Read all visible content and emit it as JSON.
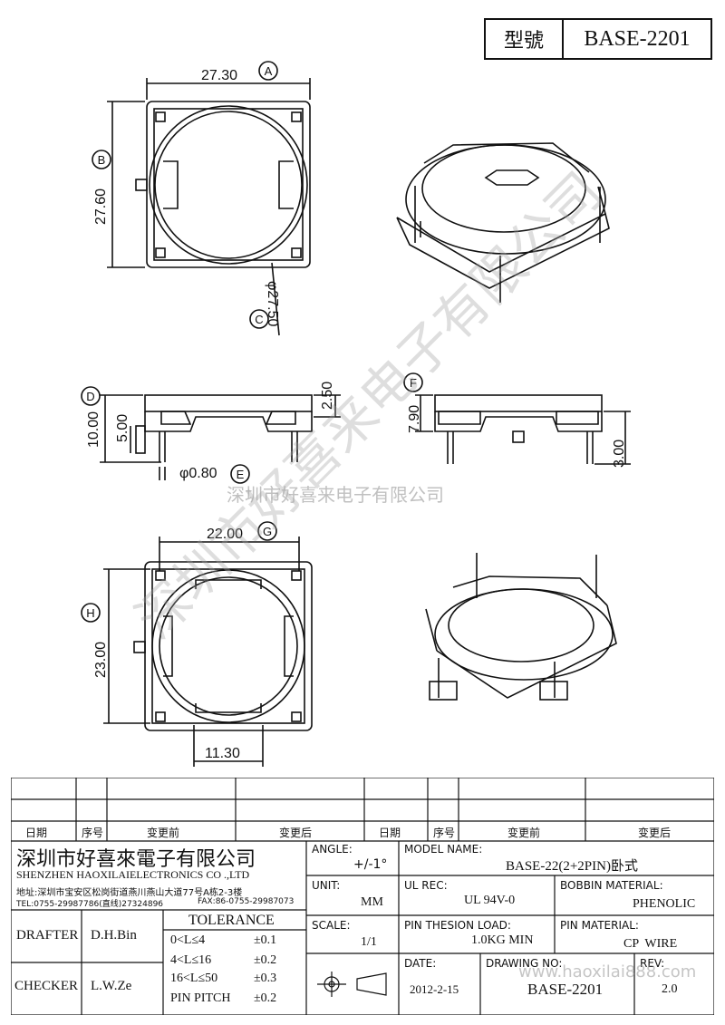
{
  "title_block": {
    "model_label": "型號",
    "model_value": "BASE-2201"
  },
  "dims": {
    "A": "27.30",
    "B": "27.60",
    "C": "φ27.50",
    "D": "10.00",
    "D2": "5.00",
    "D3": "2.50",
    "E": "φ0.80",
    "F": "7.90",
    "F2": "3.00",
    "G": "22.00",
    "H": "23.00",
    "width_bottom": "11.30",
    "callouts": [
      "A",
      "B",
      "C",
      "D",
      "E",
      "F",
      "G",
      "H"
    ]
  },
  "watermarks": {
    "small": "深圳市好喜来电子有限公司",
    "big": "深圳市好喜来电子有限公司"
  },
  "revision_headers": [
    "日期",
    "序号",
    "变更前",
    "变更后",
    "日期",
    "序号",
    "变更前",
    "变更后"
  ],
  "company": {
    "name_cn": "深圳市好喜來電子有限公司",
    "name_en": "SHENZHEN HAOXILAIELECTRONICS CO .,LTD",
    "address": "地址:深圳市宝安区松岗街道燕川燕山大道77号A栋2-3楼",
    "tel": "TEL:0755-29987786(直线)27324896",
    "fax": "FAX:86-0755-29987073"
  },
  "fields": {
    "angle_label": "ANGLE:",
    "angle_value": "+/-1°",
    "model_name_label": "MODEL NAME:",
    "model_name_value": "BASE-22(2+2PIN)卧式",
    "unit_label": "UNIT:",
    "unit_value": "MM",
    "ul_rec_label": "UL REC:",
    "ul_rec_value": "UL 94V-0",
    "bobbin_material_label": "BOBBIN MATERIAL:",
    "bobbin_material_value": "PHENOLIC",
    "scale_label": "SCALE:",
    "scale_value": "1/1",
    "pin_load_label": "PIN THESION LOAD:",
    "pin_load_value": "1.0KG MIN",
    "pin_material_label": "PIN MATERIAL:",
    "pin_material_value": "CP  WIRE",
    "date_label": "DATE:",
    "date_value": "2012-2-15",
    "drawing_no_label": "DRAWING NO:",
    "drawing_no_value": "BASE-2201",
    "rev_label": "REV:",
    "rev_value": "2.0",
    "drafter_label": "DRAFTER",
    "drafter_value": "D.H.Bin",
    "checker_label": "CHECKER",
    "checker_value": "L.W.Ze"
  },
  "tolerance": {
    "title": "TOLERANCE",
    "rows": [
      {
        "range": "0<L≤4",
        "tol": "±0.1"
      },
      {
        "range": "4<L≤16",
        "tol": "±0.2"
      },
      {
        "range": "16<L≤50",
        "tol": "±0.3"
      },
      {
        "range": "PIN PITCH",
        "tol": "±0.2"
      }
    ]
  },
  "url_watermark": "www.haoxilai888.com"
}
